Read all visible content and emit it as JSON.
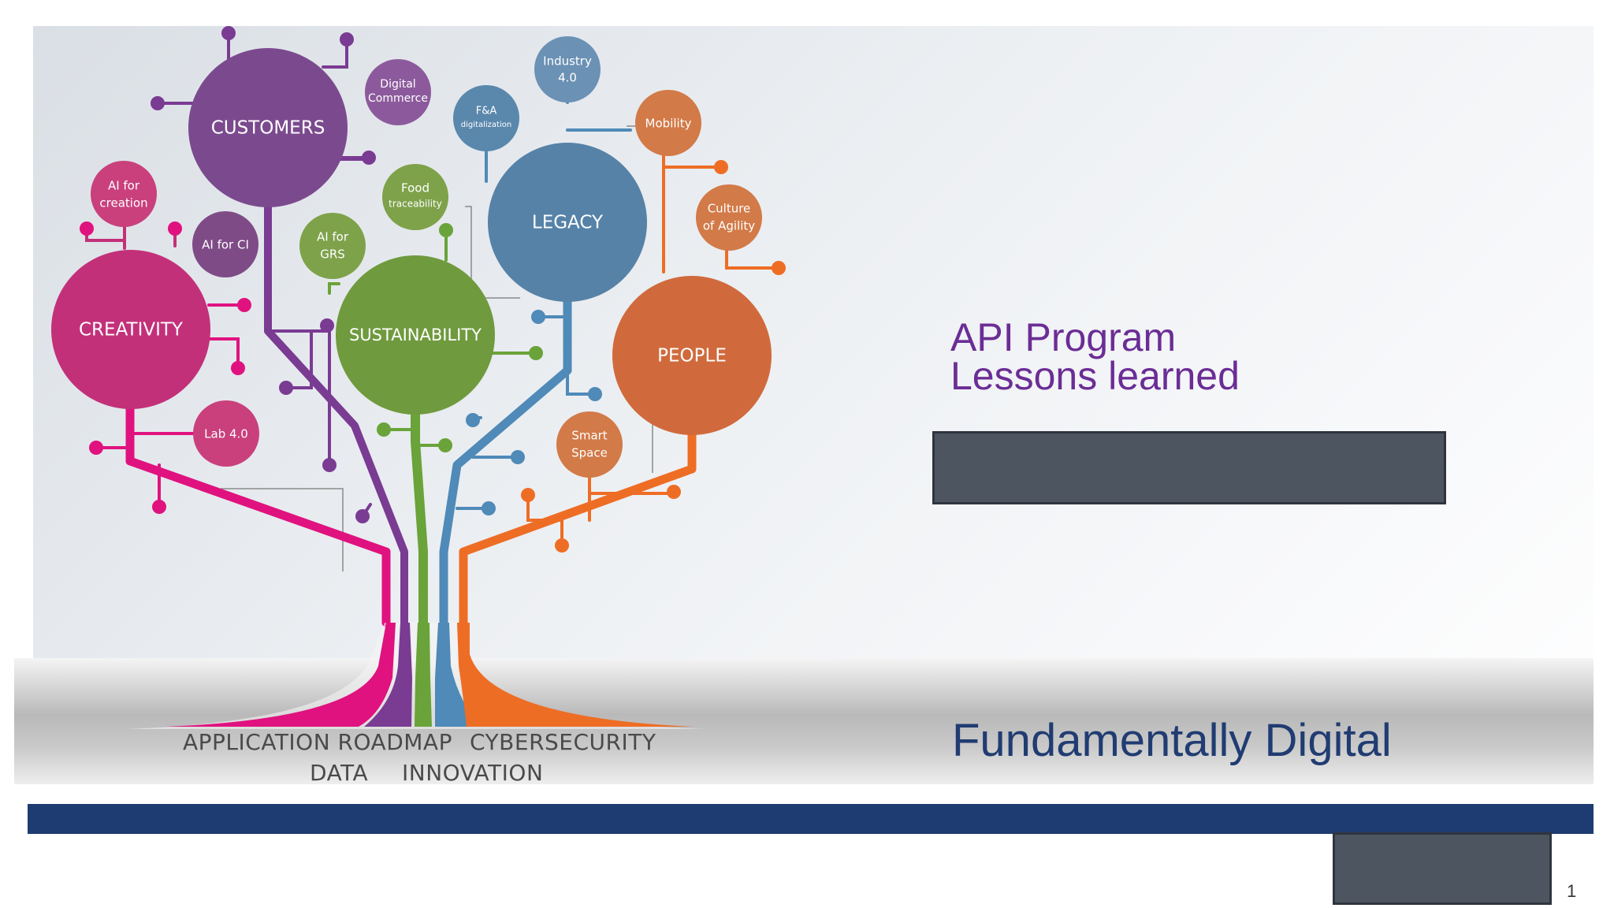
{
  "slide": {
    "title_line1": "API Program",
    "title_line2": "Lessons learned",
    "tagline": "Fundamentally Digital",
    "page_number": "1"
  },
  "tree": {
    "main_nodes": [
      {
        "id": "customers",
        "label": "CUSTOMERS",
        "color": "#7b4a8e"
      },
      {
        "id": "creativity",
        "label": "CREATIVITY",
        "color": "#c3307a"
      },
      {
        "id": "sustainability",
        "label": "SUSTAINABILITY",
        "color": "#6f9a3e"
      },
      {
        "id": "legacy",
        "label": "LEGACY",
        "color": "#5682a8"
      },
      {
        "id": "people",
        "label": "PEOPLE",
        "color": "#d06a3c"
      }
    ],
    "sub_nodes": [
      {
        "id": "digital-commerce",
        "line1": "Digital",
        "line2": "Commerce"
      },
      {
        "id": "ai-for-creation",
        "line1": "AI for",
        "line2": "creation"
      },
      {
        "id": "ai-for-ci",
        "line1": "AI for CI",
        "line2": ""
      },
      {
        "id": "lab-4-0",
        "line1": "Lab 4.0",
        "line2": ""
      },
      {
        "id": "food-traceability",
        "line1": "Food",
        "line2": "traceability"
      },
      {
        "id": "ai-for-grs",
        "line1": "AI for",
        "line2": "GRS"
      },
      {
        "id": "industry-4-0",
        "line1": "Industry",
        "line2": "4.0"
      },
      {
        "id": "fa-digitalization",
        "line1": "F&A",
        "line2": "digitalization"
      },
      {
        "id": "mobility",
        "line1": "Mobility",
        "line2": ""
      },
      {
        "id": "culture-of-agility",
        "line1": "Culture",
        "line2": "of Agility"
      },
      {
        "id": "smart-space",
        "line1": "Smart",
        "line2": "Space"
      }
    ],
    "ground_labels": {
      "application_roadmap": "APPLICATION ROADMAP",
      "cybersecurity": "CYBERSECURITY",
      "data": "DATA",
      "innovation": "INNOVATION"
    }
  },
  "colors": {
    "magenta": "#e0127f",
    "purple": "#7a3b93",
    "green": "#6aa33a",
    "blue": "#4f8ab8",
    "orange": "#ee6d25",
    "title_purple": "#6b2d95",
    "tagline_navy": "#203c72",
    "bar_navy": "#1e3c72",
    "redaction_gray": "#4d5561"
  }
}
